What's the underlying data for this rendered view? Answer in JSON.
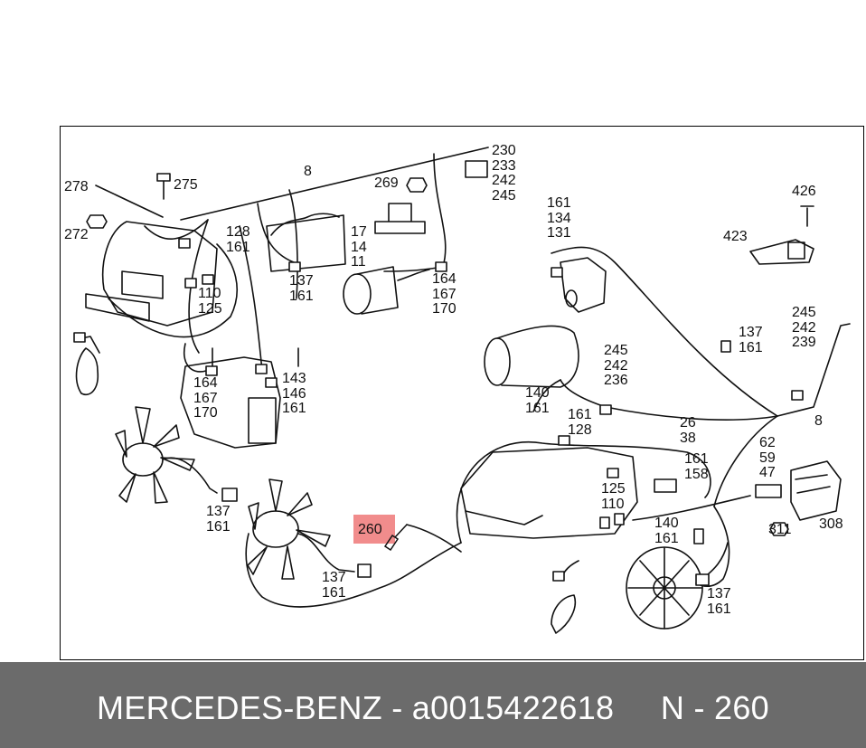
{
  "callouts": {
    "c278": "278",
    "c272": "272",
    "c275": "275",
    "c8_top": "8",
    "c269": "269",
    "c230": [
      "230",
      "233",
      "242",
      "245"
    ],
    "c128": [
      "128",
      "161"
    ],
    "c17": [
      "17",
      "14",
      "11"
    ],
    "c137a": [
      "137",
      "161"
    ],
    "c110a": [
      "110",
      "125"
    ],
    "c164a": [
      "164",
      "167",
      "170"
    ],
    "c161a": [
      "161",
      "134",
      "131"
    ],
    "c426": "426",
    "c423": "423",
    "c164b": [
      "164",
      "167",
      "170"
    ],
    "c143": [
      "143",
      "146",
      "161"
    ],
    "c245a": [
      "245",
      "242",
      "239"
    ],
    "c137b": [
      "137",
      "161"
    ],
    "c245b": [
      "245",
      "242",
      "236"
    ],
    "c140a": [
      "140",
      "161"
    ],
    "c161b": [
      "161",
      "128"
    ],
    "c26": [
      "26",
      "38"
    ],
    "c8_right": "8",
    "c62": [
      "62",
      "59",
      "47"
    ],
    "c161c": [
      "161",
      "158"
    ],
    "c125": [
      "125",
      "110"
    ],
    "c137c": [
      "137",
      "161"
    ],
    "c137d": [
      "137",
      "161"
    ],
    "c140b": [
      "140",
      "161"
    ],
    "c311": "311",
    "c308": "308",
    "c137e": [
      "137",
      "161"
    ]
  },
  "highlight": {
    "label": "260",
    "color": "#f08080"
  },
  "footer": {
    "text": "MERCEDES-BENZ - a0015422618     N - 260",
    "bg": "#6b6b6b"
  }
}
